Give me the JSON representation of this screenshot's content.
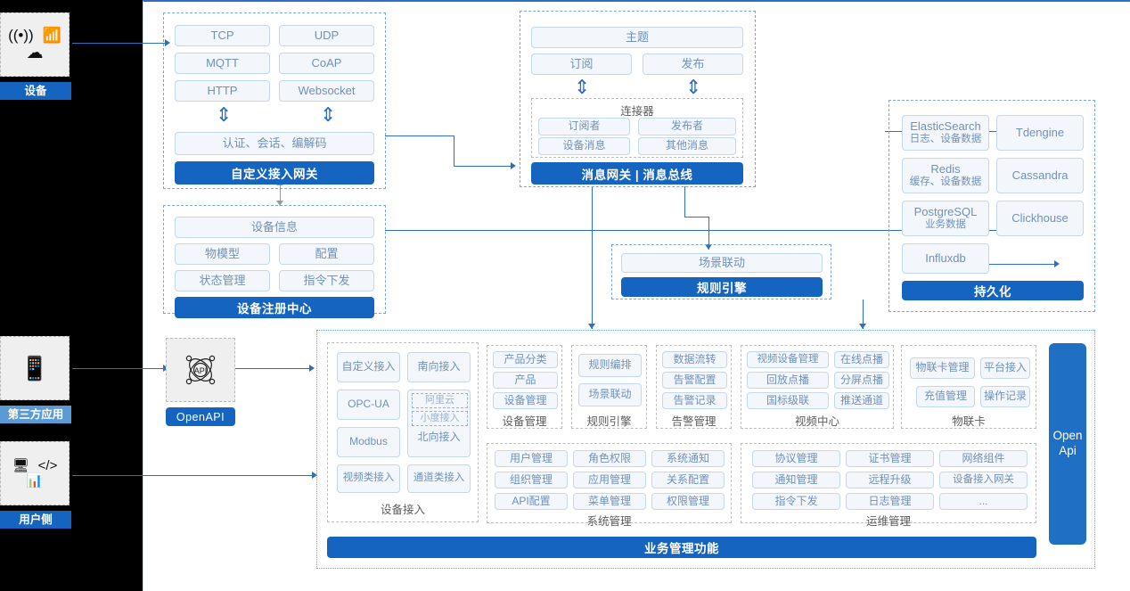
{
  "rail": {
    "nodes": [
      {
        "label": "设备",
        "icons": [
          "wifi-signal-icon",
          "router-icon",
          "cloud-icon"
        ],
        "style": "dark"
      },
      {
        "label": "第三方应用",
        "icons": [
          "mobile-phone-icon"
        ],
        "style": "light"
      },
      {
        "label": "用户侧",
        "icons": [
          "app-window-icon",
          "code-window-icon",
          "dashboard-window-icon"
        ],
        "style": "dark"
      }
    ]
  },
  "gateway": {
    "protocols": [
      "TCP",
      "UDP",
      "MQTT",
      "CoAP",
      "HTTP",
      "Websocket"
    ],
    "middle": "认证、会话、编解码",
    "bar": "自定义接入网关"
  },
  "message": {
    "topic": "主题",
    "subscribe": "订阅",
    "publish": "发布",
    "connector_title": "连接器",
    "connector_items": [
      "订阅者",
      "发布者",
      "设备消息",
      "其他消息"
    ],
    "bar": "消息网关 | 消息总线"
  },
  "registry": {
    "info": "设备信息",
    "items": [
      "物模型",
      "配置",
      "状态管理",
      "指令下发"
    ],
    "bar": "设备注册中心"
  },
  "rule": {
    "scene": "场景联动",
    "bar": "规则引擎"
  },
  "persistence": {
    "stores": [
      {
        "name": "ElasticSearch",
        "sub": "日志、设备数据"
      },
      {
        "name": "Tdengine",
        "sub": ""
      },
      {
        "name": "Redis",
        "sub": "缓存、设备数据"
      },
      {
        "name": "Cassandra",
        "sub": ""
      },
      {
        "name": "PostgreSQL",
        "sub": "业务数据"
      },
      {
        "name": "Clickhouse",
        "sub": ""
      },
      {
        "name": "Influxdb",
        "sub": ""
      }
    ],
    "bar": "持久化"
  },
  "openapi": {
    "icon": "api-network-icon",
    "label": "OpenAPI"
  },
  "business": {
    "bar": "业务管理功能",
    "open_api_vertical": [
      "Open",
      "Api"
    ],
    "groups_top": [
      {
        "title": "设备接入",
        "kind": "access",
        "left": [
          "自定义接入",
          "OPC-UA",
          "Modbus",
          "视频类接入"
        ],
        "right": [
          "南向接入",
          "北向接入",
          "通道类接入"
        ],
        "right_inner": [
          "阿里云",
          "小度接入"
        ]
      },
      {
        "title": "设备管理",
        "items": [
          "产品分类",
          "产品",
          "设备管理"
        ]
      },
      {
        "title": "规则引擎",
        "items": [
          "规则编排",
          "场景联动"
        ]
      },
      {
        "title": "告警管理",
        "items": [
          "数据流转",
          "告警配置",
          "告警记录"
        ]
      },
      {
        "title": "视频中心",
        "items": [
          "视频设备管理",
          "在线点播",
          "回放点播",
          "分屏点播",
          "国标级联",
          "推送通道"
        ]
      },
      {
        "title": "物联卡",
        "items": [
          "物联卡管理",
          "平台接入",
          "充值管理",
          "操作记录"
        ]
      }
    ],
    "groups_bottom": [
      {
        "title": "系统管理",
        "items": [
          "用户管理",
          "角色权限",
          "系统通知",
          "组织管理",
          "应用管理",
          "关系配置",
          "API配置",
          "菜单管理",
          "权限管理"
        ]
      },
      {
        "title": "运维管理",
        "items": [
          "协议管理",
          "证书管理",
          "网络组件",
          "通知管理",
          "远程升级",
          "设备接入网关",
          "指令下发",
          "日志管理",
          "..."
        ]
      }
    ]
  },
  "colors": {
    "accent": "#1565c0",
    "accent_light": "#5b9bd5",
    "chip_bg": "#f3f7fb",
    "chip_border": "#c3d7ee",
    "chip_text": "#6f91bb",
    "dash_blue": "#7aa7d9",
    "line": "#2f6fc0"
  }
}
